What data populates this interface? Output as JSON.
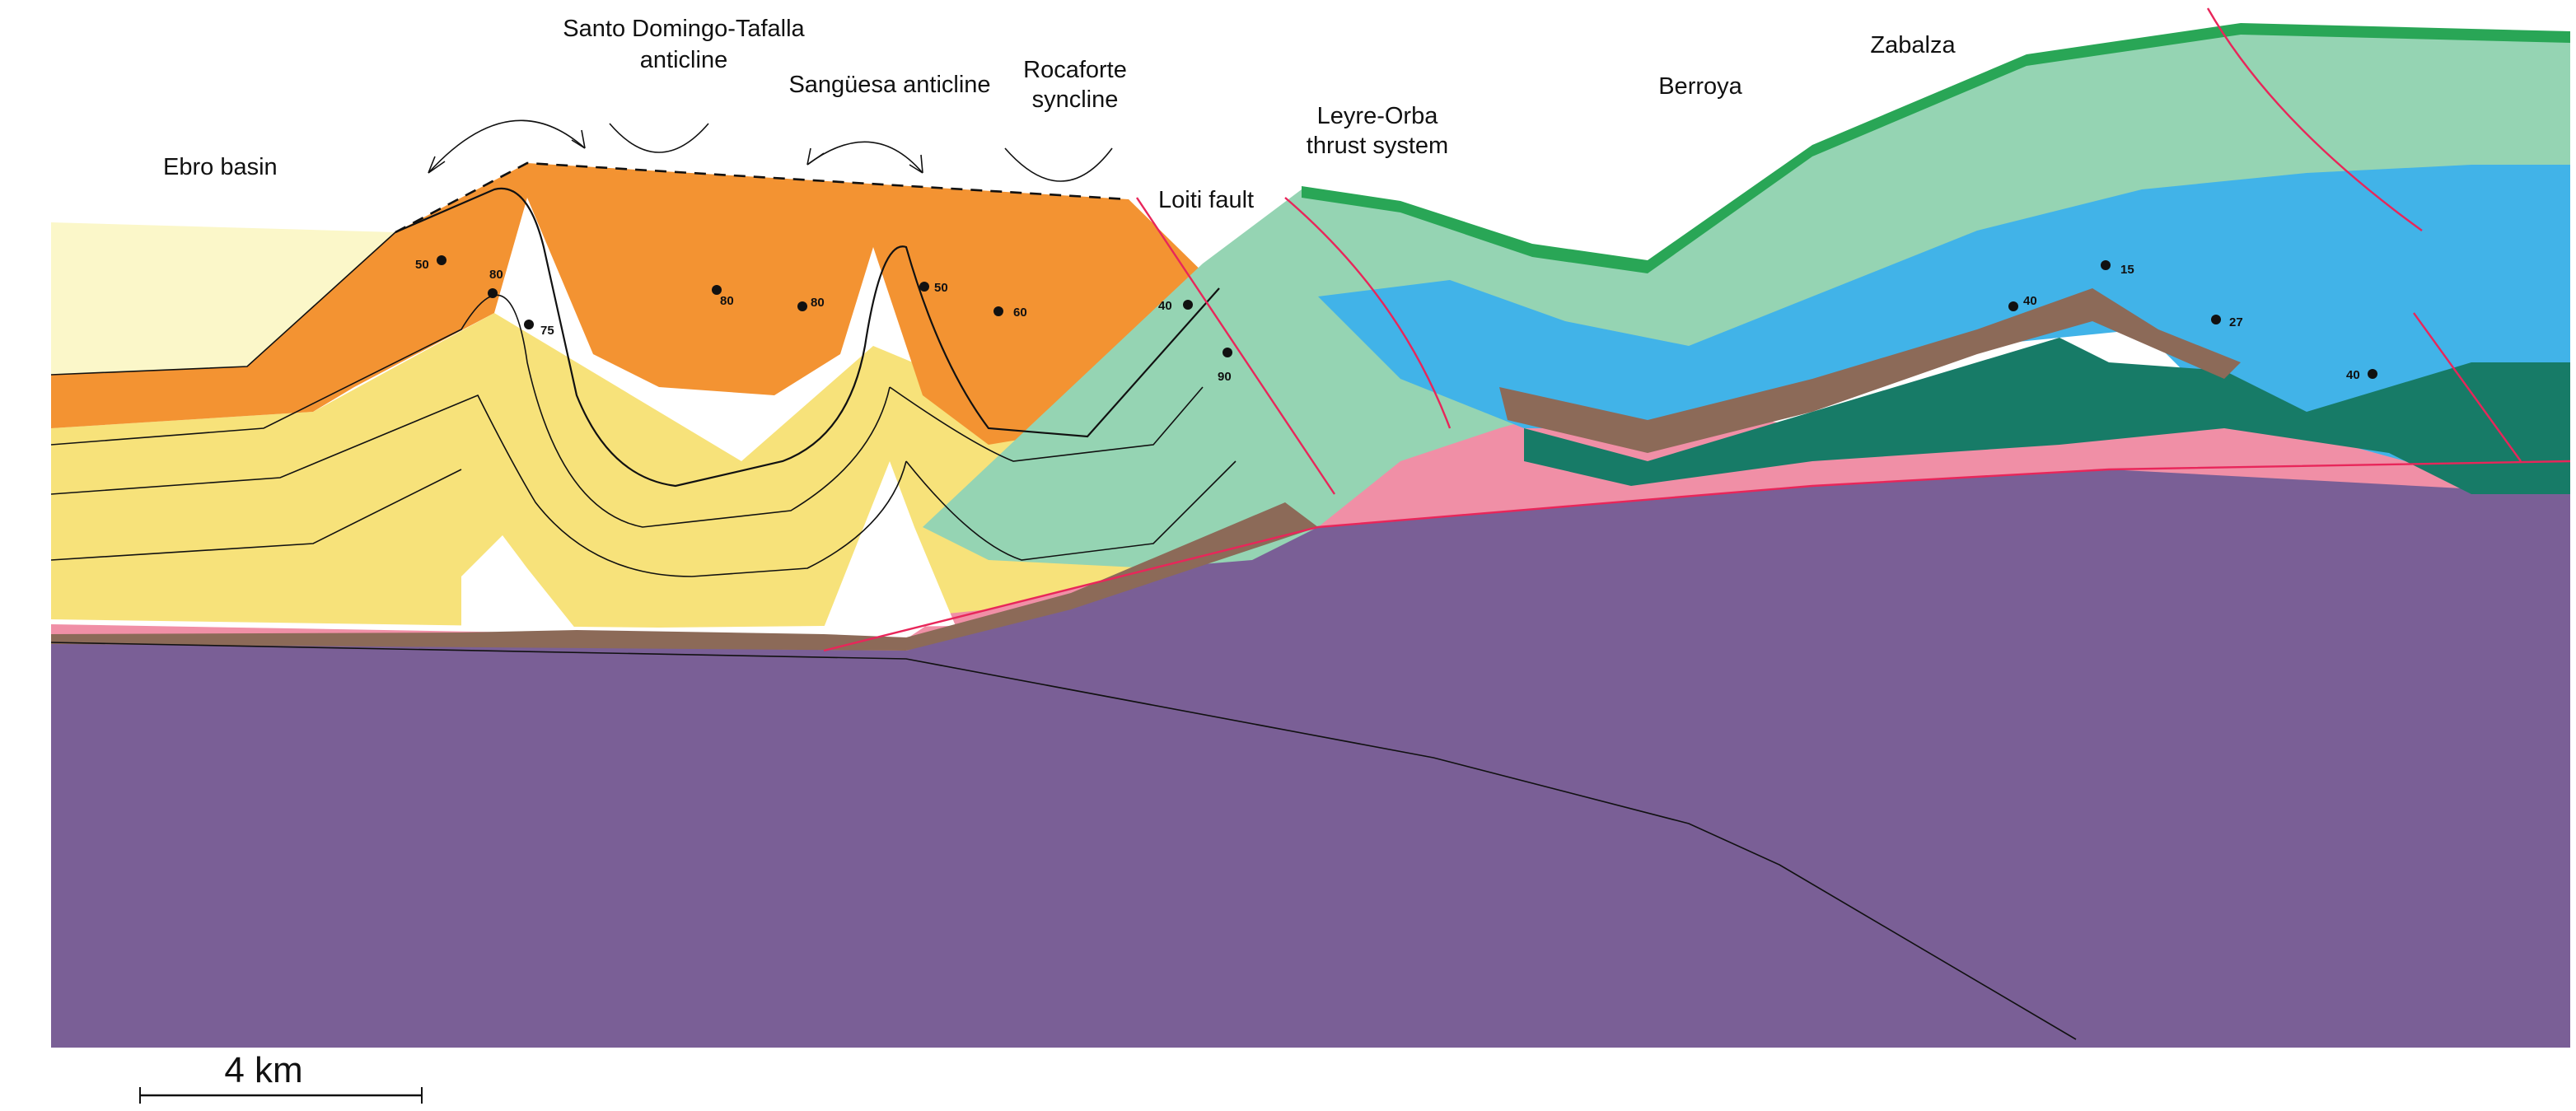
{
  "labels": {
    "ebro_basin": "Ebro basin",
    "santo_domingo_line1": "Santo Domingo-Tafalla",
    "santo_domingo_line2": "anticline",
    "sanguesa": "Sangüesa anticline",
    "rocaforte_line1": "Rocaforte",
    "rocaforte_line2": "syncline",
    "loiti_fault": "Loiti fault",
    "leyre_line1": "Leyre-Orba",
    "leyre_line2": "thrust system",
    "berroya": "Berroya",
    "zabalza": "Zabalza"
  },
  "scale_bar": {
    "label": "4 km"
  },
  "dips": [
    "50",
    "80",
    "75",
    "80",
    "80",
    "50",
    "60",
    "40",
    "90",
    "15",
    "40",
    "27",
    "40"
  ],
  "colors": {
    "foreland": "#fbf7c9",
    "orange": "#f39332",
    "yellow": "#f7e27a",
    "basement": "#7a5f96",
    "pink": "#f08fa6",
    "brown": "#8c6a58",
    "dark_green": "#177b67",
    "light_green": "#95d4b3",
    "bright_green": "#29a656",
    "blue": "#41b3e8",
    "fault": "#e8265a"
  }
}
